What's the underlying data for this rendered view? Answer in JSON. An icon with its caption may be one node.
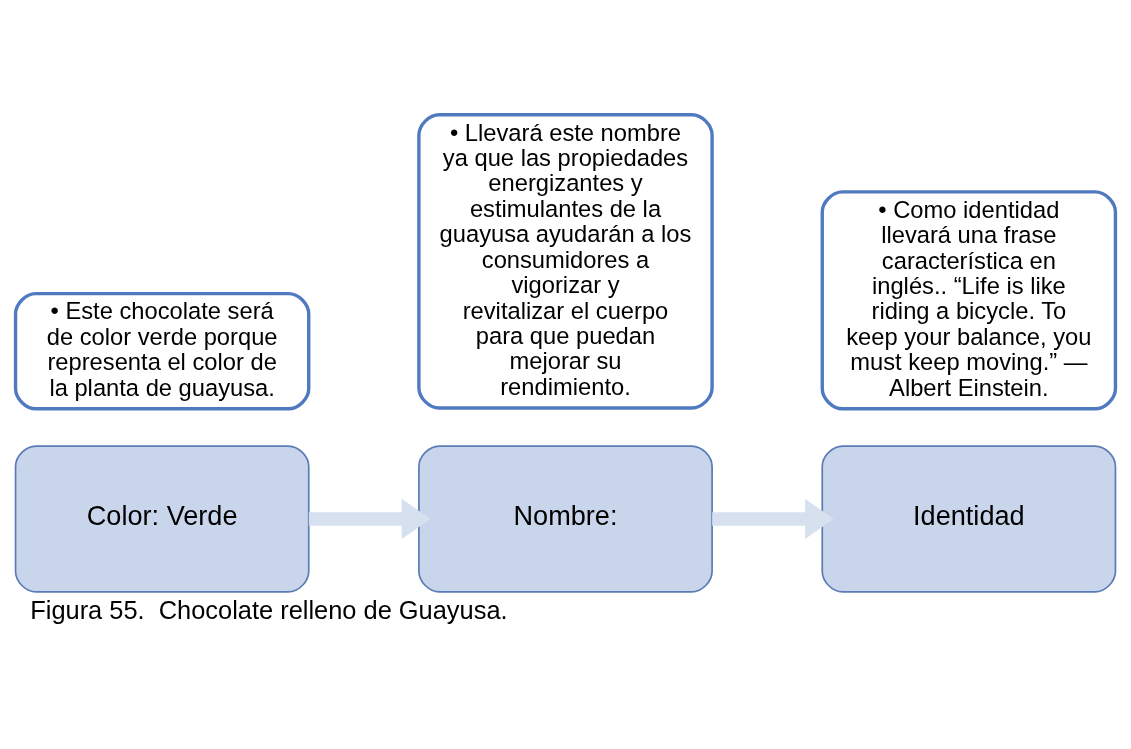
{
  "diagram": {
    "caption": "Figura 55.  Chocolate relleno de Guayusa.",
    "nodes": [
      {
        "text": [
          "Color: Verde"
        ]
      },
      {
        "text": [
          "• Este chocolate será de color verde porque representa el color de la planta de guayusa."
        ]
      },
      {
        "text": [
          "Nombre:"
        ]
      },
      {
        "text": [
          "• Llevará este nombre ya que las propiedades energizantes y estimulantes de la guayusa ayudarán a los consumidores a vigorizar y revitalizar el cuerpo para que puedan mejorar su rendimiento."
        ]
      },
      {
        "text": [
          "Identidad"
        ]
      },
      {
        "text": [
          "• Como identidad llevará una frase característica en inglés.. “Life is like riding a bicycle. To keep your balance, you must keep moving.” — Albert Einstein."
        ]
      }
    ],
    "edges": [
      {
        "from": 0,
        "to": 2,
        "arrow": "to"
      },
      {
        "from": 2,
        "to": 4,
        "arrow": "to"
      }
    ]
  }
}
